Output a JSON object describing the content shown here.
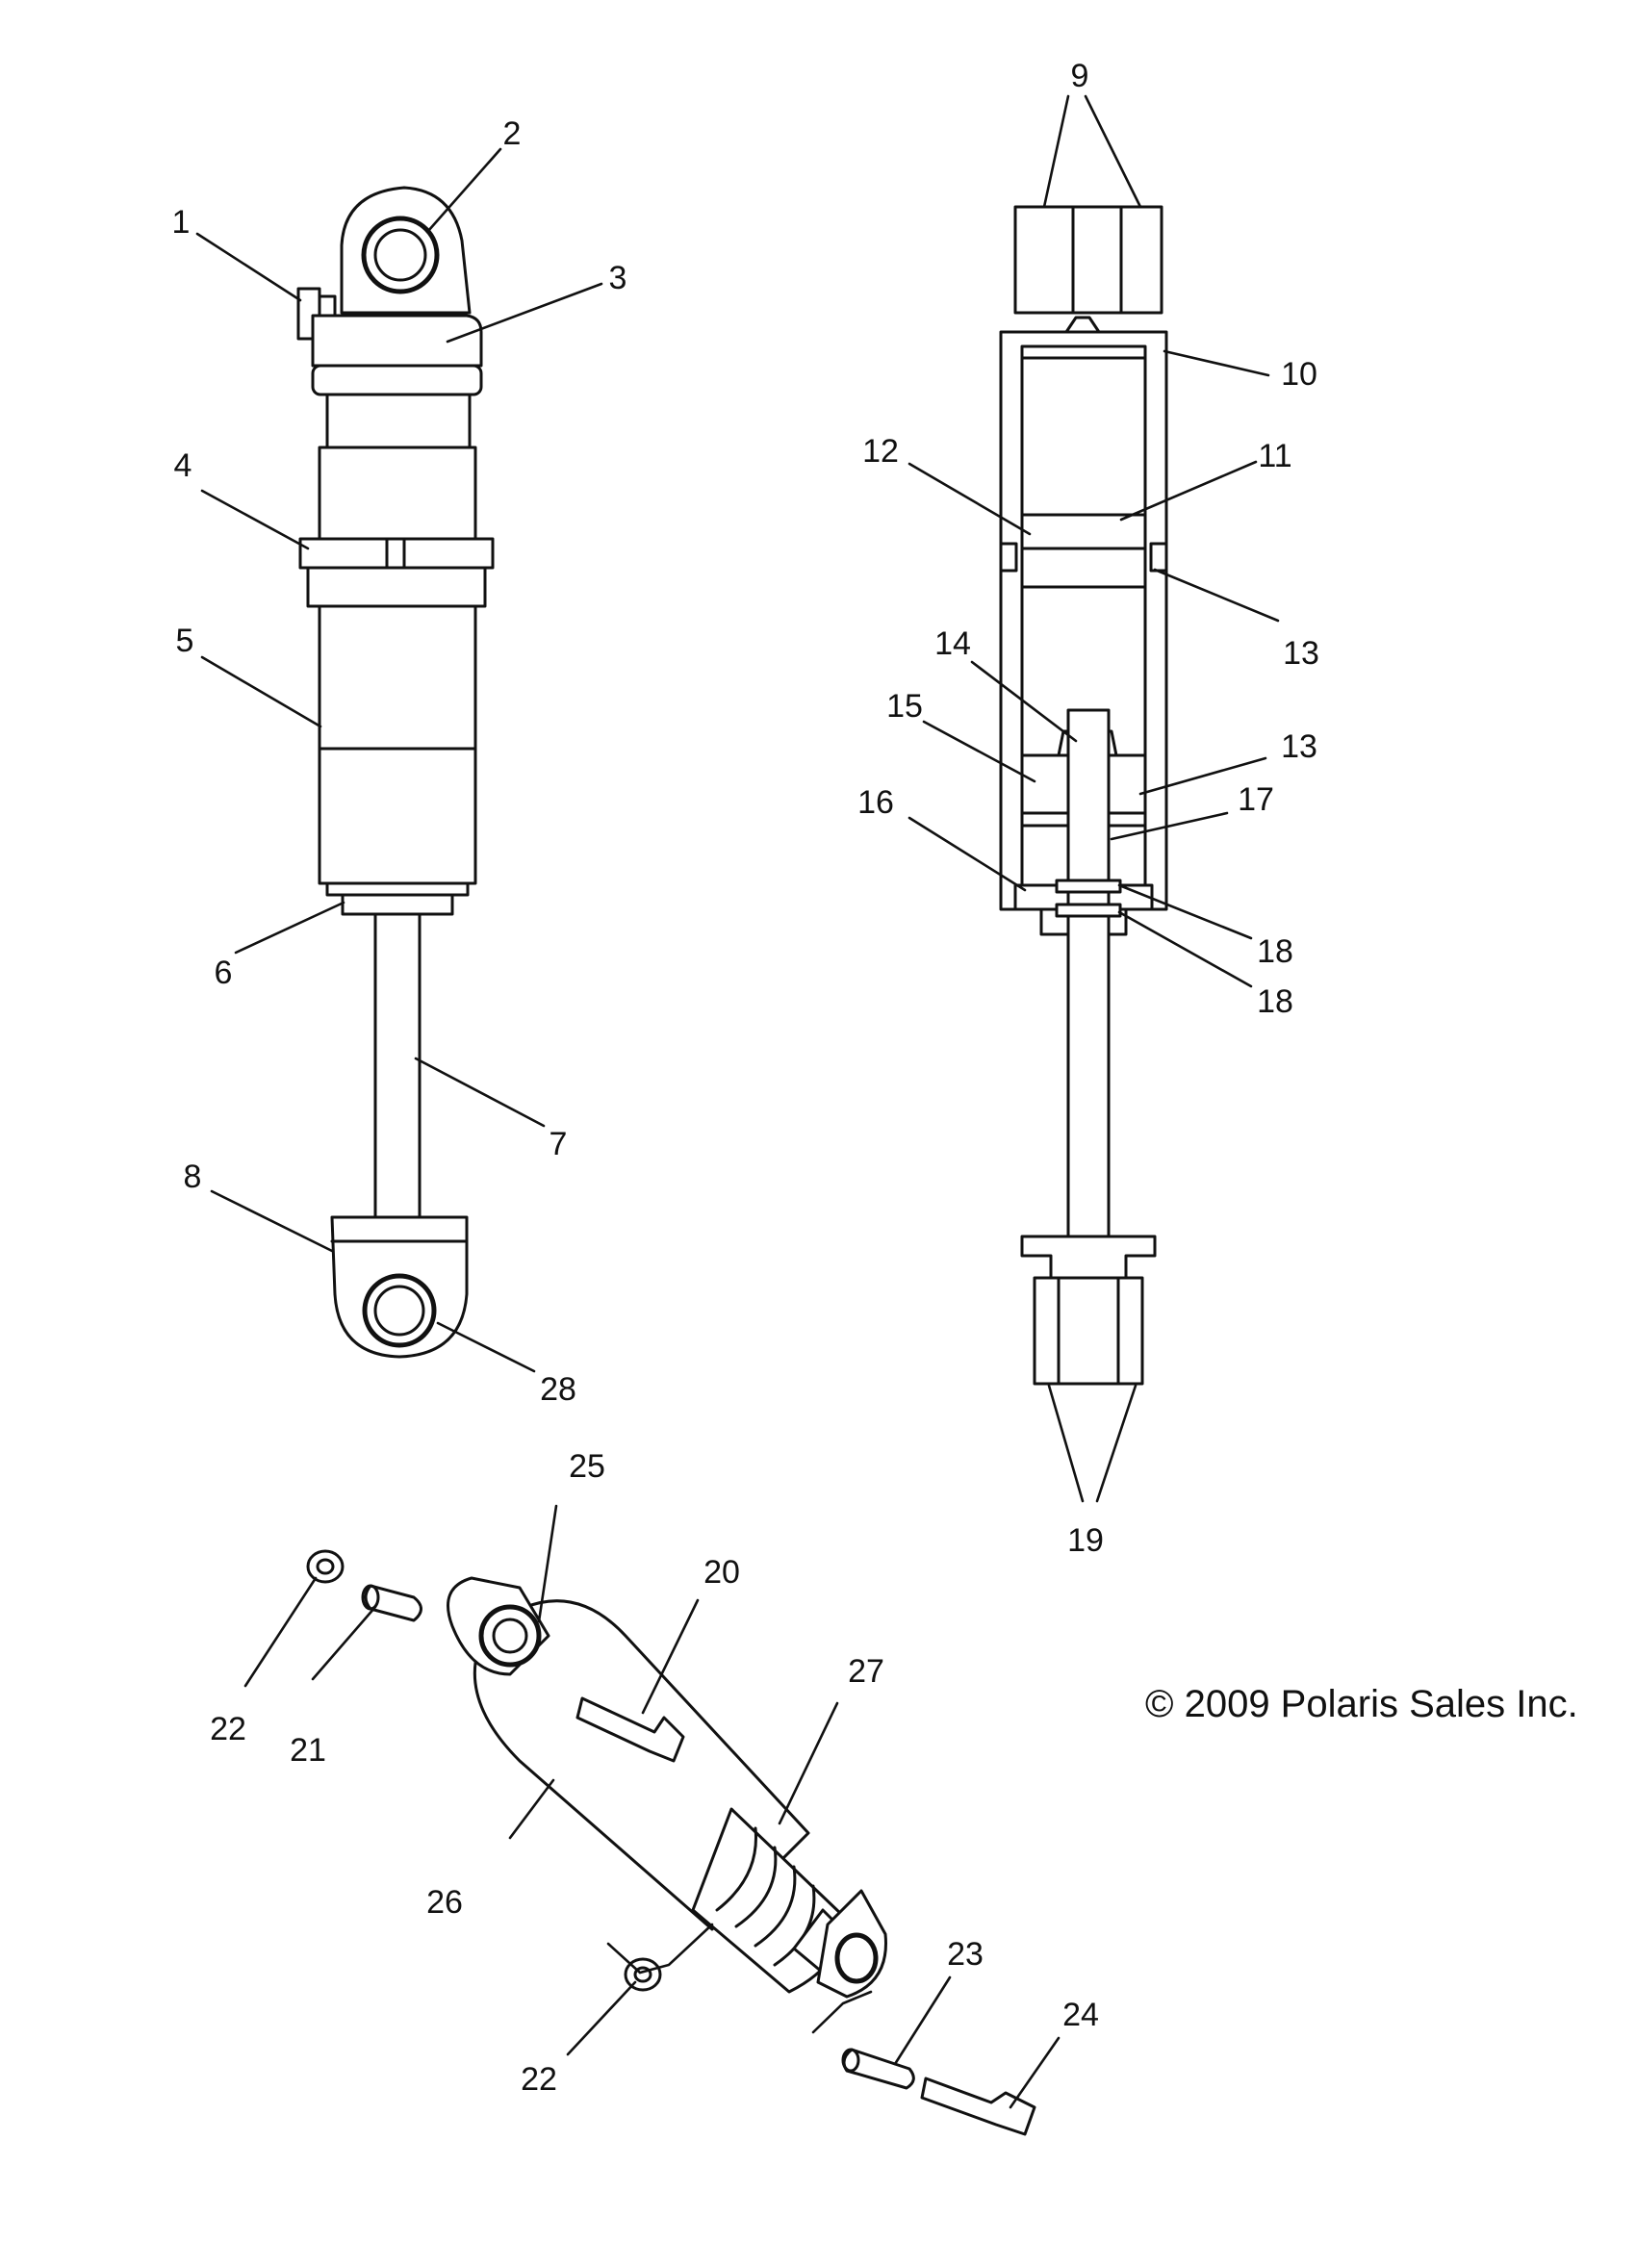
{
  "copyright": "© 2009 Polaris Sales Inc.",
  "callouts": {
    "c1": "1",
    "c2": "2",
    "c3": "3",
    "c4": "4",
    "c5": "5",
    "c6": "6",
    "c7": "7",
    "c8": "8",
    "c28": "28",
    "c9": "9",
    "c10": "10",
    "c11": "11",
    "c12": "12",
    "c13a": "13",
    "c13b": "13",
    "c14": "14",
    "c15": "15",
    "c16": "16",
    "c17": "17",
    "c18a": "18",
    "c18b": "18",
    "c19": "19",
    "c20": "20",
    "c21": "21",
    "c22a": "22",
    "c22b": "22",
    "c23": "23",
    "c24": "24",
    "c25": "25",
    "c26": "26",
    "c27": "27"
  }
}
